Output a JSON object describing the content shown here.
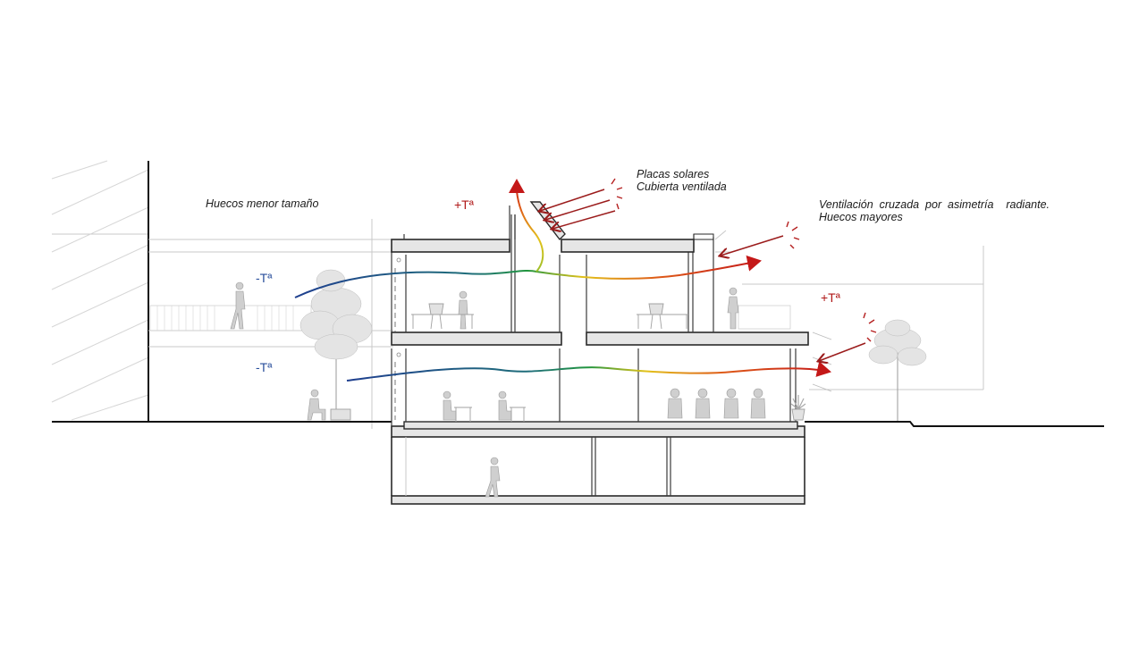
{
  "labels": {
    "huecos_menor": "Huecos menor tamaño",
    "placas_solares": "Placas solares",
    "cubierta_ventilada": "Cubierta ventilada",
    "ventilacion_cruzada": "Ventilación  cruzada  por  asimetría    radiante.",
    "huecos_mayores": "Huecos mayores"
  },
  "temperatures": {
    "hot_roof": "+Tª",
    "hot_right": "+Tª",
    "cold_upper": "-Tª",
    "cold_lower": "-Tª"
  },
  "colors": {
    "hot_text": "#b01818",
    "cold_text": "#2a4f9c",
    "arrow": "#9b1c1c",
    "flow_gradient": [
      "#1f3f8f",
      "#1f8a4a",
      "#e8c41a",
      "#d9541a",
      "#c41818"
    ]
  },
  "icons": [
    "sun-ray-icon",
    "person-icon",
    "tree-icon",
    "arrow-icon"
  ]
}
